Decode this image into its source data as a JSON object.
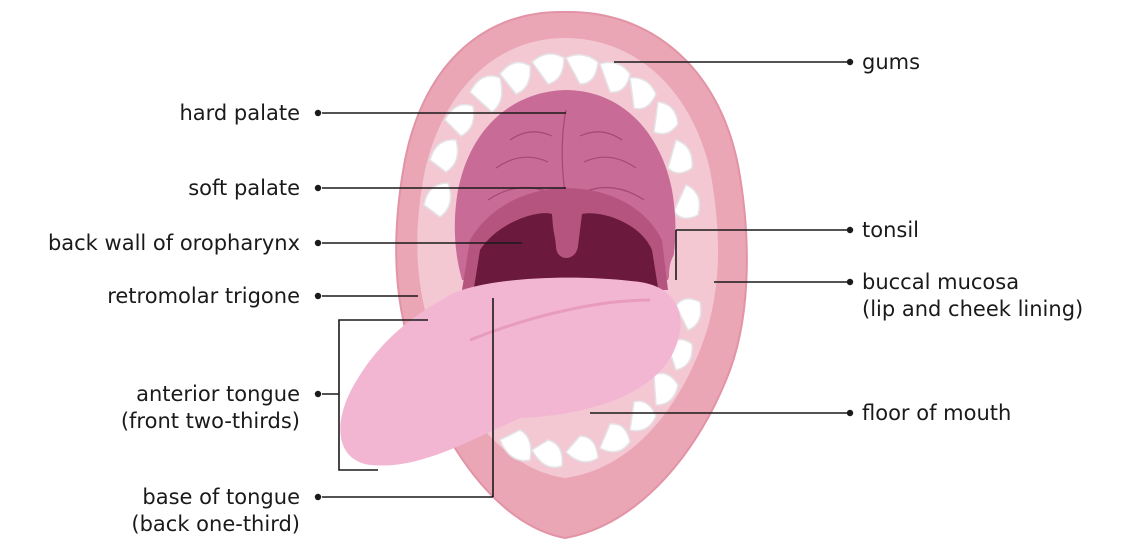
{
  "labels": {
    "gums": "gums",
    "hard_palate": "hard palate",
    "soft_palate": "soft palate",
    "back_wall": "back wall of oropharynx",
    "retromolar_trigone": "retromolar trigone",
    "anterior_tongue_1": "anterior tongue",
    "anterior_tongue_2": "(front two-thirds)",
    "base_of_tongue_1": "base of tongue",
    "base_of_tongue_2": "(back one-third)",
    "tonsil": "tonsil",
    "buccal_mucosa_1": "buccal mucosa",
    "buccal_mucosa_2": "(lip and cheek lining)",
    "floor_of_mouth": "floor of mouth"
  },
  "colors": {
    "lips": "#eaa6b5",
    "lips_edge": "#e293a6",
    "inner_lining": "#f3c8d2",
    "teeth": "#ffffff",
    "teeth_outline": "#e4e4e8",
    "palate": "#c86b96",
    "palate_lines": "#a24a74",
    "soft_palate": "#b5557f",
    "throat": "#6b1a3e",
    "tongue": "#f3b6d2",
    "tongue_shade": "#e89bbf",
    "leader_line": "#1a1a1a"
  }
}
